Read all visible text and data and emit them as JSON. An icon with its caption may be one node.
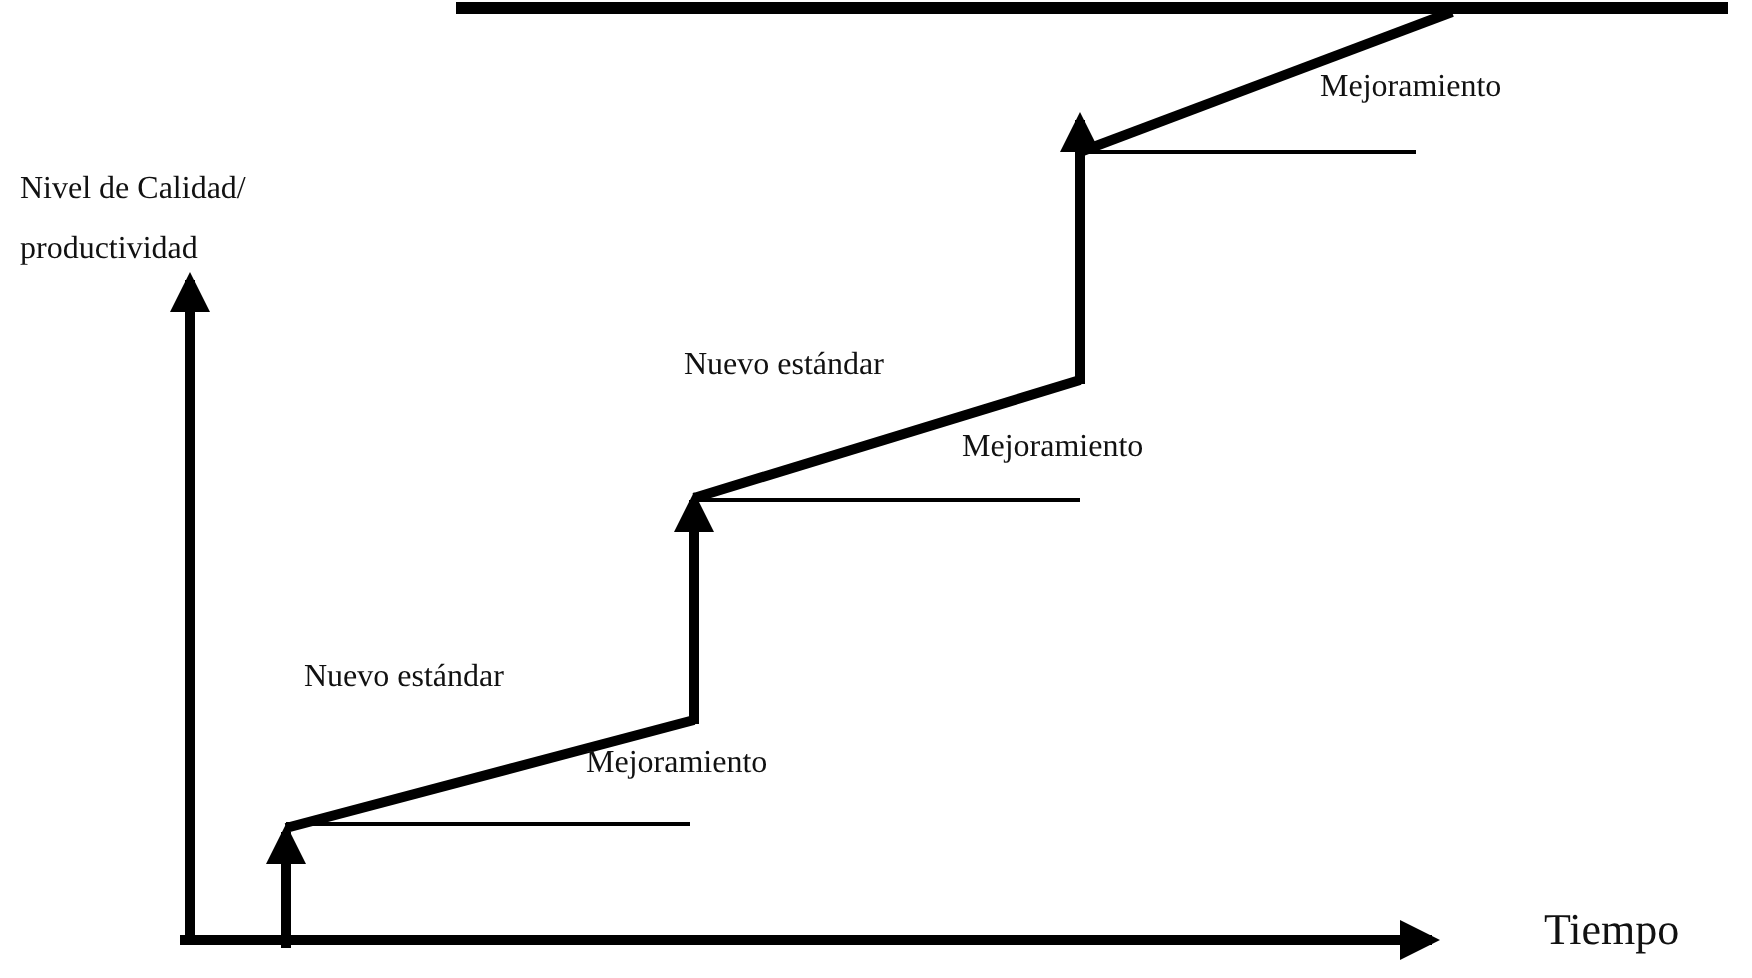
{
  "diagram": {
    "labels": [
      "Mejoramiento",
      "Nivel de Calidad/ productividad",
      "Nuevo estándar",
      "Mejoramiento",
      "Nuevo estándar",
      "Mejoramiento",
      "Tiempo"
    ]
  }
}
